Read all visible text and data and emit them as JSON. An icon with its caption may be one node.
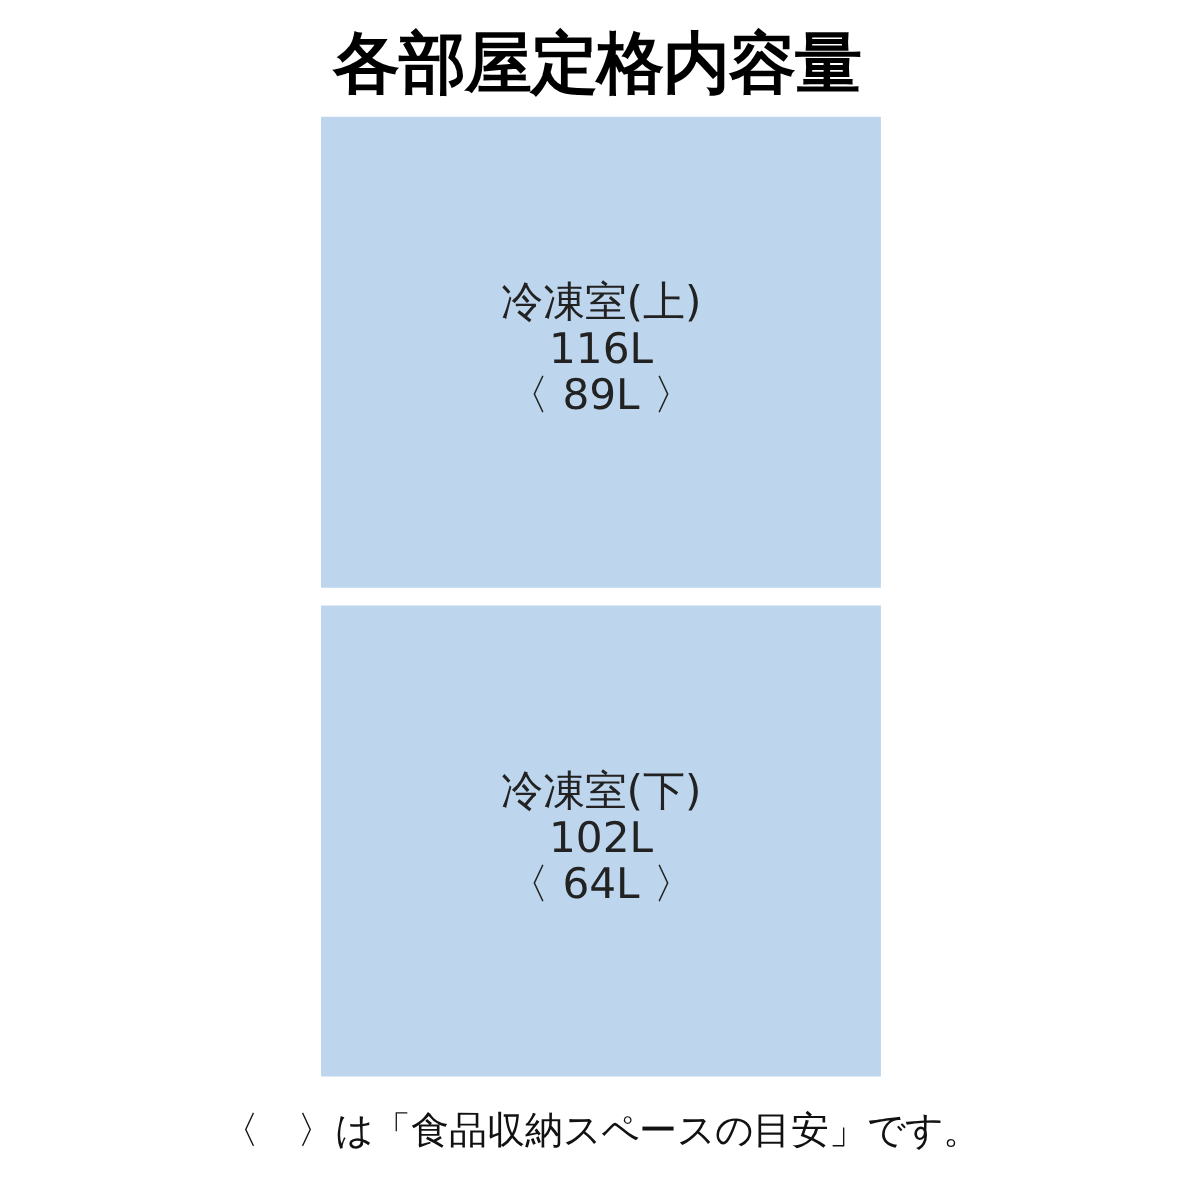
{
  "diagram": {
    "title": "各部屋定格内容量",
    "nodes": [
      {
        "text": [
          "冷凍室(上)",
          "116L",
          "〈 89L 〉"
        ]
      },
      {
        "text": [
          "冷凍室(下)",
          "102L",
          "〈 64L 〉"
        ]
      }
    ],
    "edges": [],
    "caption": "〈　〉は「食品収納スペースの目安」です。"
  }
}
